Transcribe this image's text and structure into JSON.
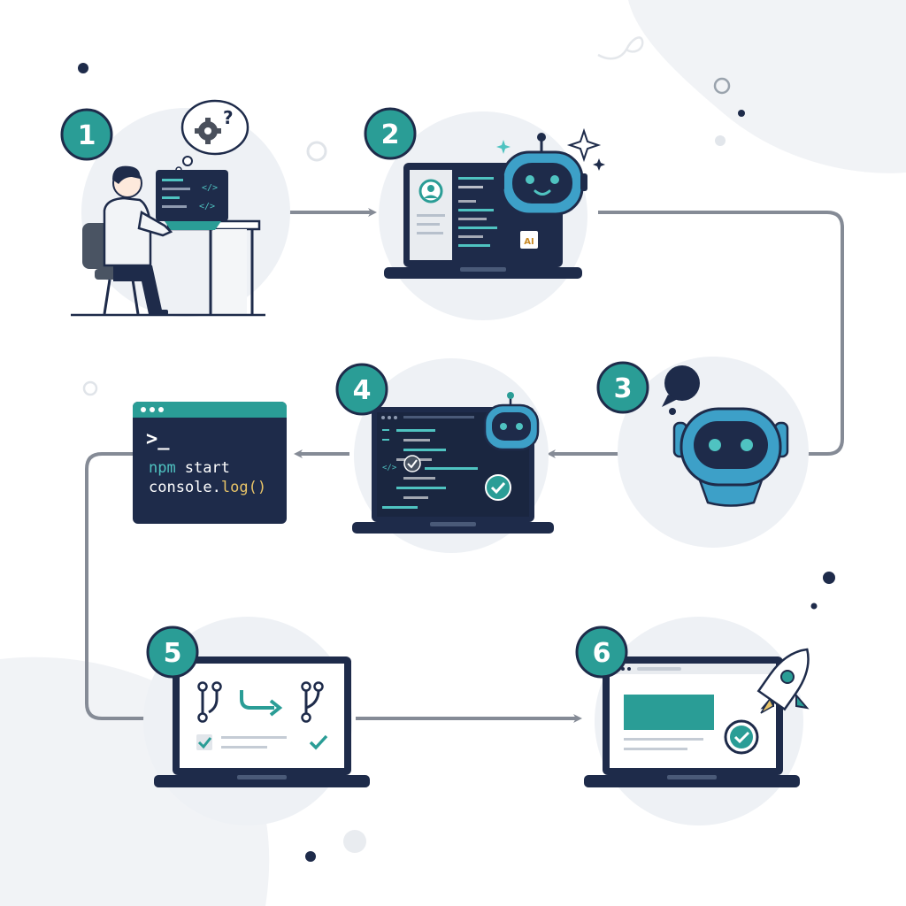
{
  "steps": [
    {
      "number": "1"
    },
    {
      "number": "2"
    },
    {
      "number": "3"
    },
    {
      "number": "4"
    },
    {
      "number": "5"
    },
    {
      "number": "6"
    }
  ],
  "step2": {
    "chip_label": "AI"
  },
  "terminal": {
    "prompt": ">_",
    "cmd_npm": "npm",
    "cmd_start": "start",
    "cmd_console": "console.",
    "cmd_log": "log()"
  },
  "icons": {
    "step1": "developer-at-desk-icon",
    "step2": "ai-assistant-laptop-icon",
    "step3": "chatbot-icon",
    "step4": "code-review-laptop-icon",
    "step5": "git-merge-laptop-icon",
    "step6": "deploy-rocket-laptop-icon"
  },
  "colors": {
    "navy": "#1e2b4a",
    "teal": "#2a9d96",
    "teal_light": "#4fc3c1",
    "blue": "#3da0c8",
    "arrow": "#8a909a",
    "bubble": "#eef1f5",
    "bg_blob": "#f1f3f6"
  }
}
